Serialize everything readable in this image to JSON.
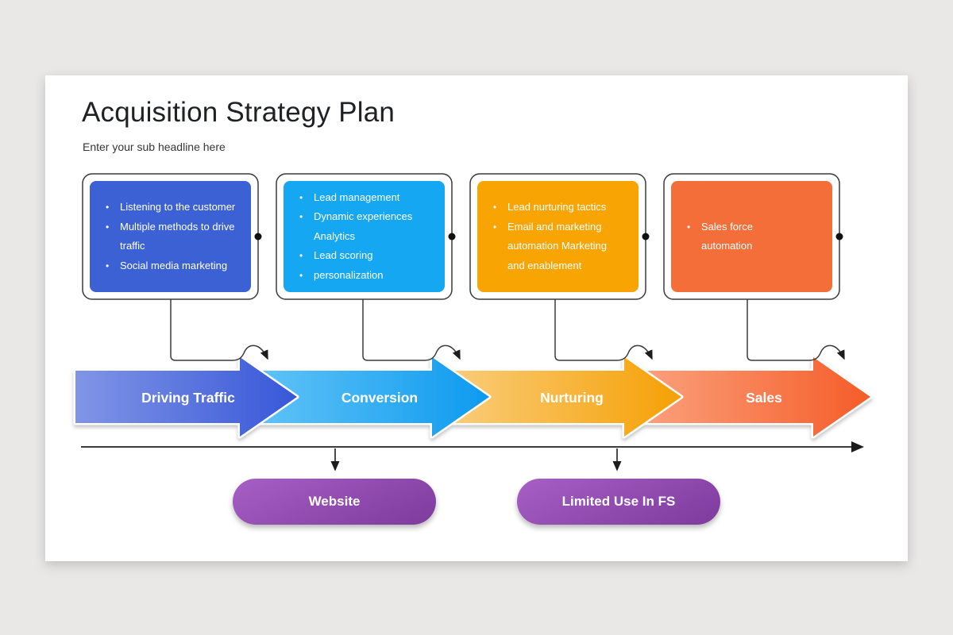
{
  "page": {
    "background": "#e9e8e7",
    "card_background": "#ffffff"
  },
  "header": {
    "title": "Acquisition Strategy Plan",
    "subtitle": "Enter your sub headline here"
  },
  "stages": [
    {
      "label": "Driving Traffic",
      "box_color": "#3b61d4",
      "arrow_gradient": [
        "#8195e6",
        "#3757d8"
      ],
      "items": [
        "Listening to the customer",
        "Multiple methods to drive traffic",
        "Social media marketing"
      ]
    },
    {
      "label": "Conversion",
      "box_color": "#16a7f2",
      "arrow_gradient": [
        "#67c6f8",
        "#0d9aef"
      ],
      "items": [
        "Lead management",
        "Dynamic experiences Analytics",
        "Lead scoring",
        "personalization"
      ]
    },
    {
      "label": "Nurturing",
      "box_color": "#f8a402",
      "arrow_gradient": [
        "#fad084",
        "#f5a004"
      ],
      "items": [
        "Lead nurturing tactics",
        "Email and marketing automation Marketing and enablement"
      ]
    },
    {
      "label": "Sales",
      "box_color": "#f46e3a",
      "arrow_gradient": [
        "#fba683",
        "#f55c28"
      ],
      "items": [
        "Sales force automation"
      ]
    }
  ],
  "timeline": {
    "pill_gradient": [
      "#a75fc5",
      "#7e3a9d"
    ],
    "markers": [
      {
        "label": "Website"
      },
      {
        "label": "Limited Use In FS"
      }
    ]
  }
}
